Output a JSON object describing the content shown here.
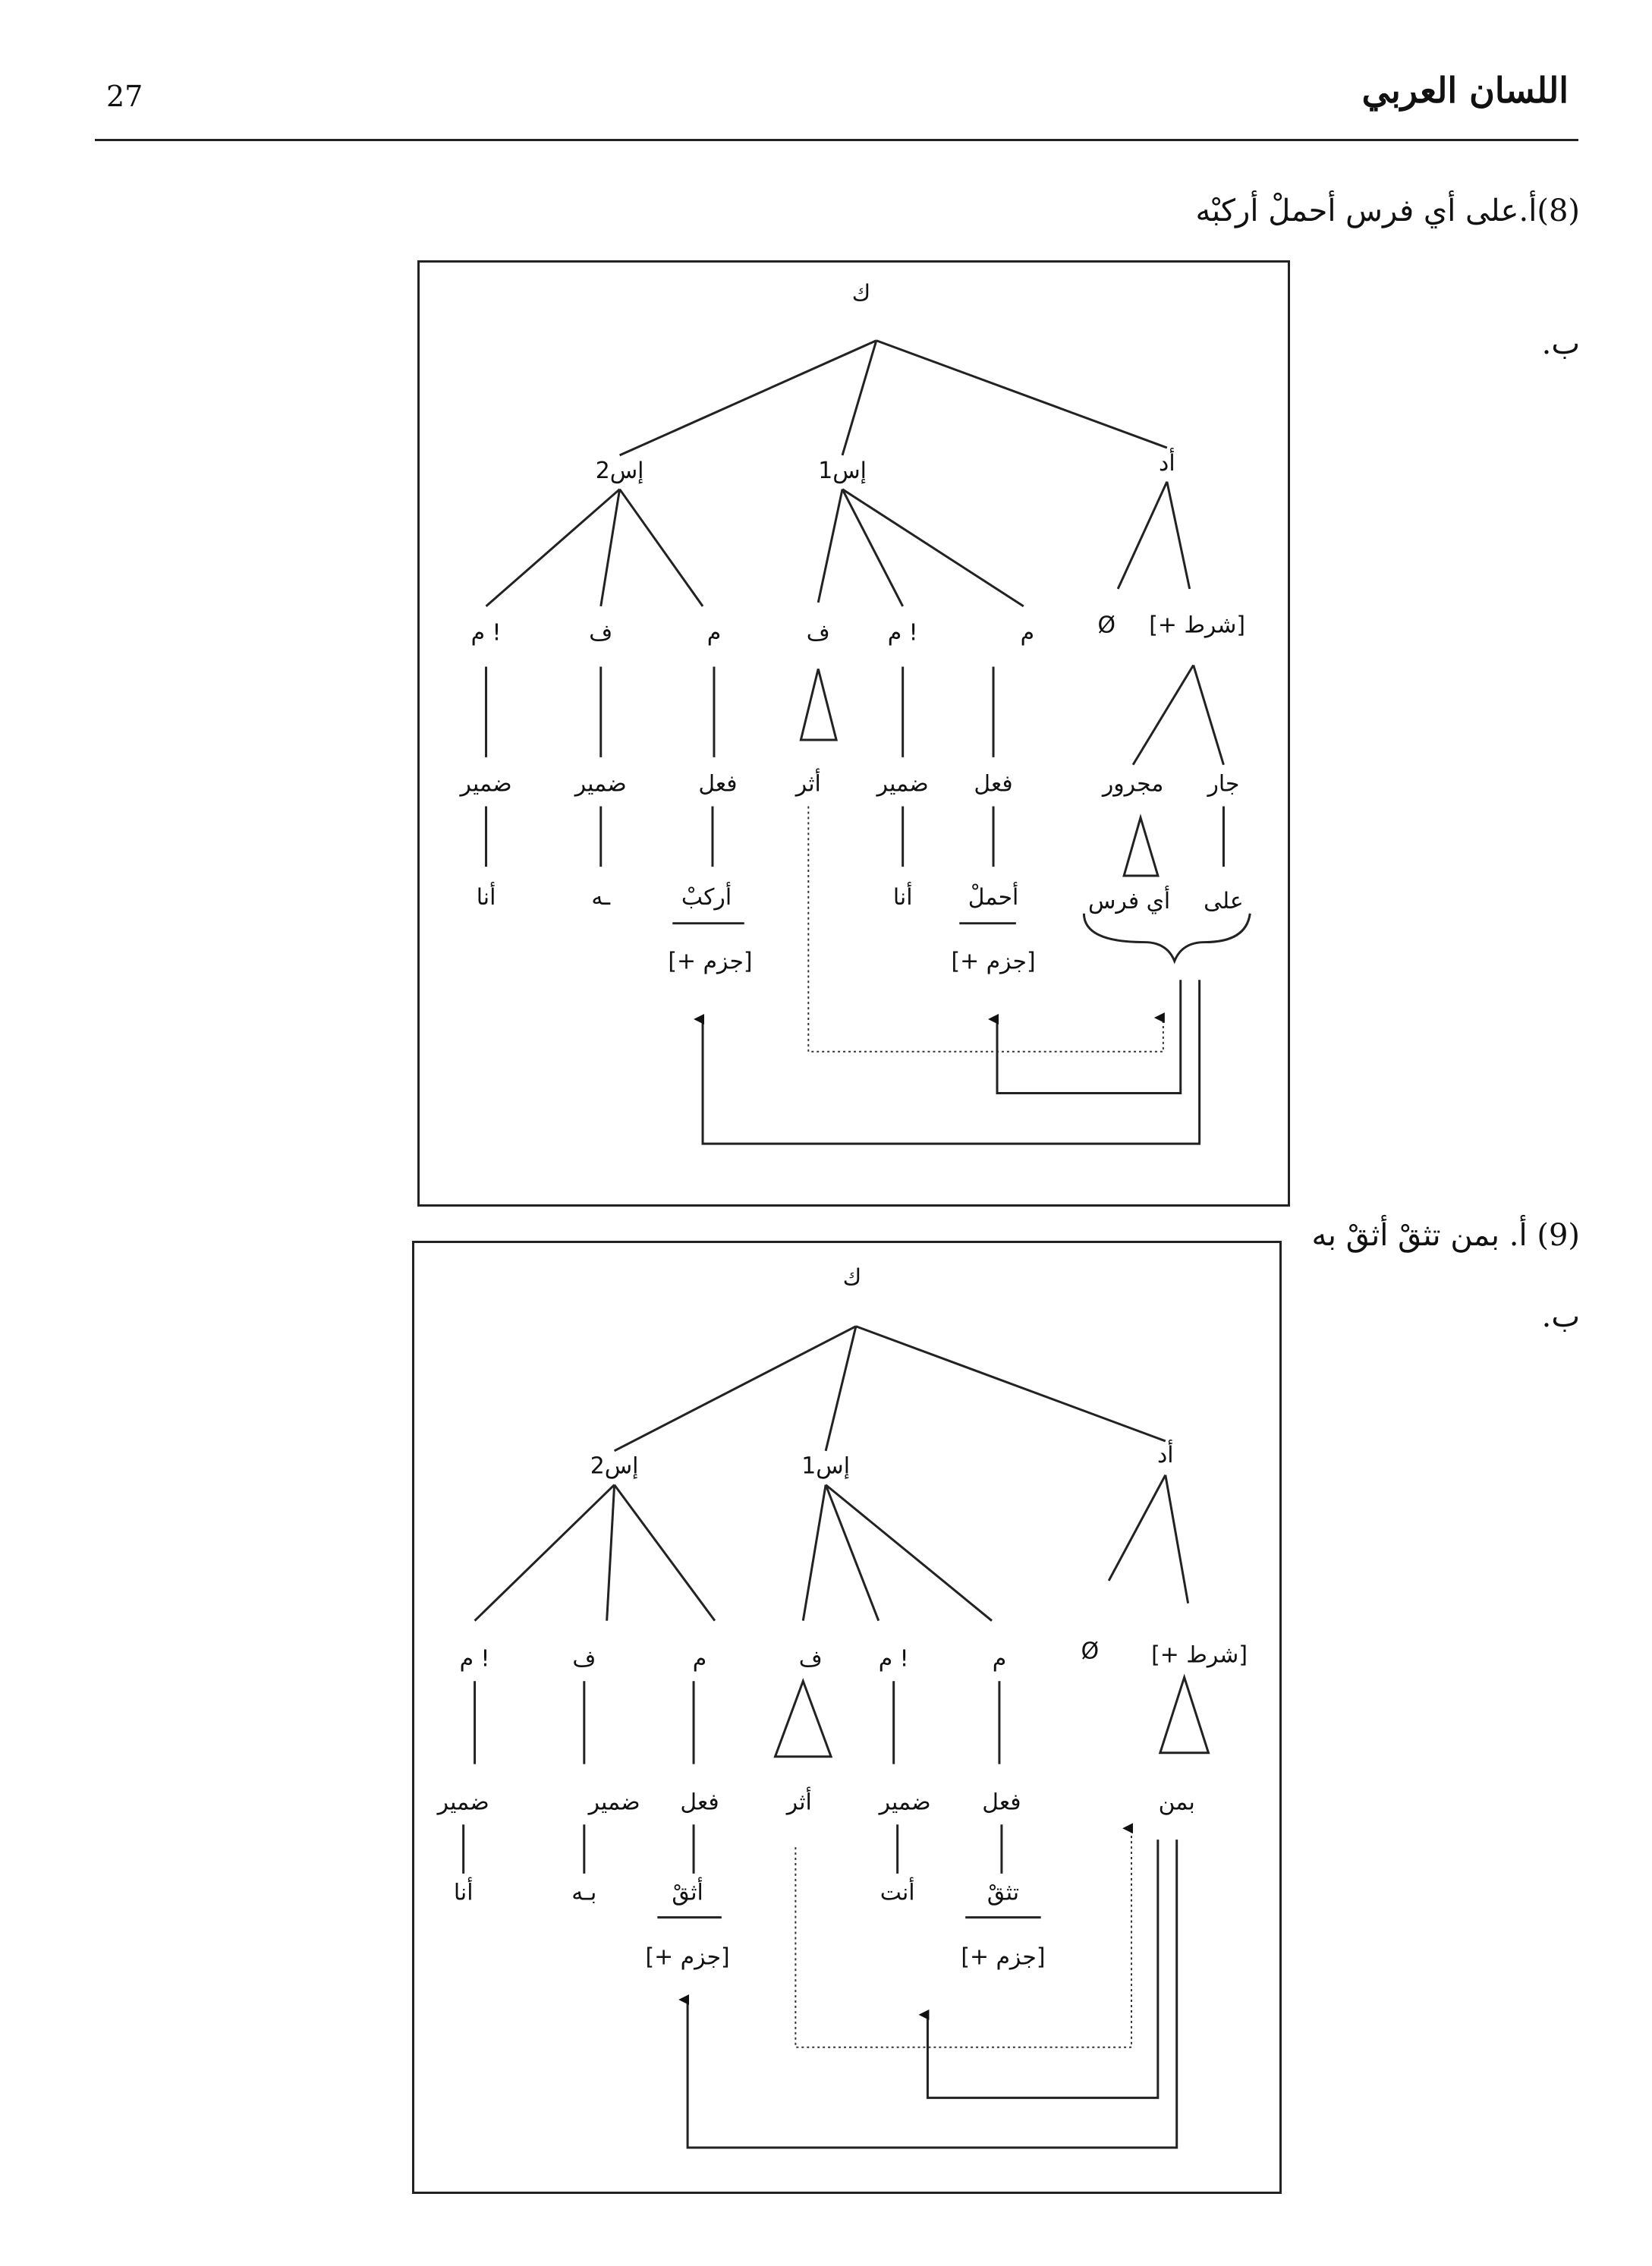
{
  "header": {
    "page_number": "27",
    "journal_title": "اللسان العربي"
  },
  "example8": {
    "sentence": "(8)أ.على أي فرس أحملْ أركبْه",
    "sub_b": "ب.",
    "tree": {
      "root": "ك",
      "adah": "أد",
      "is1": "إس1",
      "is2": "إس2",
      "shart": "[+ شرط]",
      "null": "Ø",
      "jar": "جار",
      "majrur": "مجرور",
      "ala": "على",
      "ayy_faras": "أي فرس",
      "is1_m": "م",
      "is1_mx": "م !",
      "is1_f": "ف",
      "fil1": "فعل",
      "damir1": "ضمير",
      "athar": "أثر",
      "v1": "أحملْ",
      "ana1": "أنا",
      "jazm1": "[+ جزم]",
      "is2_m": "م",
      "is2_f": "ف",
      "is2_mx": "م !",
      "fil2": "فعل",
      "damir2": "ضمير",
      "damir3": "ضمير",
      "v2": "أركبْ",
      "bih": "ـه",
      "ana2": "أنا",
      "jazm2": "[+ جزم]"
    }
  },
  "example9": {
    "sentence": "(9) أ. بمن تثقْ أثقْ به",
    "sub_b": "ب.",
    "tree": {
      "root": "ك",
      "adah": "أد",
      "is1": "إس1",
      "is2": "إس2",
      "shart": "[+ شرط]",
      "null": "Ø",
      "biman": "بمن",
      "is1_m": "م",
      "is1_mx": "م !",
      "is1_f": "ف",
      "fil1": "فعل",
      "damir1": "ضمير",
      "athar": "أثر",
      "v1": "تثقْ",
      "anta": "أنت",
      "jazm1": "[+ جزم]",
      "is2_m": "م",
      "is2_f": "ف",
      "is2_mx": "م !",
      "fil2": "فعل",
      "damir2": "ضمير",
      "damir3": "ضمير",
      "v2": "أثقْ",
      "bih": "بـه",
      "ana": "أنا",
      "jazm2": "[+ جزم]"
    }
  }
}
